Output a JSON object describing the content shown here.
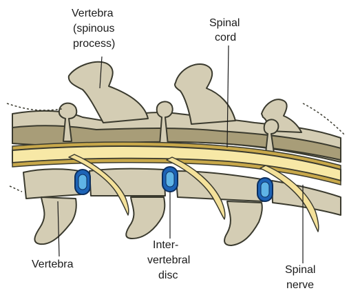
{
  "labels": {
    "spinous_line1": "Vertebra",
    "spinous_line2": "(spinous",
    "spinous_line3": "process)",
    "cord_line1": "Spinal",
    "cord_line2": "cord",
    "vertebra": "Vertebra",
    "disc_line1": "Inter-",
    "disc_line2": "vertebral",
    "disc_line3": "disc",
    "nerve_line1": "Spinal",
    "nerve_line2": "nerve"
  },
  "colors": {
    "bone": "#d4cdb4",
    "bone_shadow": "#a89d78",
    "spinal_cord": "#f7e8a6",
    "disc": "#1d63b6",
    "disc_core": "#5fb4e6",
    "nerve": "#f4e19a"
  }
}
